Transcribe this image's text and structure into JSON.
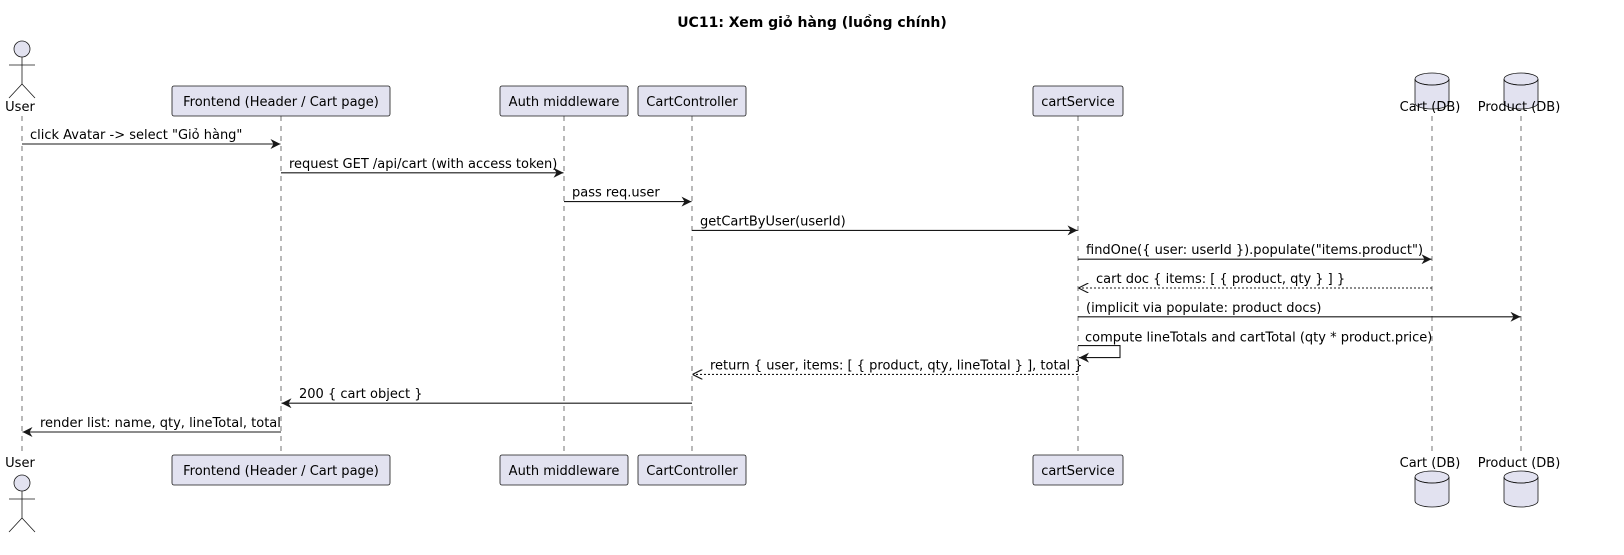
{
  "title": "UC11: Xem giỏ hàng (luồng chính)",
  "participants": [
    {
      "id": "user",
      "label": "User",
      "kind": "actor"
    },
    {
      "id": "frontend",
      "label": "Frontend (Header / Cart page)",
      "kind": "participant"
    },
    {
      "id": "auth",
      "label": "Auth middleware",
      "kind": "participant"
    },
    {
      "id": "controller",
      "label": "CartController",
      "kind": "participant"
    },
    {
      "id": "service",
      "label": "cartService",
      "kind": "participant"
    },
    {
      "id": "cartdb",
      "label": "Cart (DB)",
      "kind": "database"
    },
    {
      "id": "productdb",
      "label": "Product (DB)",
      "kind": "database"
    }
  ],
  "messages": [
    {
      "from": "user",
      "to": "frontend",
      "text": "click Avatar -> select \"Giỏ hàng\"",
      "style": "solid"
    },
    {
      "from": "frontend",
      "to": "auth",
      "text": "request GET /api/cart (with access token)",
      "style": "solid"
    },
    {
      "from": "auth",
      "to": "controller",
      "text": "pass req.user",
      "style": "solid"
    },
    {
      "from": "controller",
      "to": "service",
      "text": "getCartByUser(userId)",
      "style": "solid"
    },
    {
      "from": "service",
      "to": "cartdb",
      "text": "findOne({ user: userId }).populate(\"items.product\")",
      "style": "solid"
    },
    {
      "from": "cartdb",
      "to": "service",
      "text": "cart doc { items: [ { product, qty } ] }",
      "style": "dashed"
    },
    {
      "from": "service",
      "to": "productdb",
      "text": "(implicit via populate: product docs)",
      "style": "solid"
    },
    {
      "from": "service",
      "to": "service",
      "text": "compute lineTotals and cartTotal (qty * product.price)",
      "style": "solid"
    },
    {
      "from": "service",
      "to": "controller",
      "text": "return { user, items: [ { product, qty, lineTotal } ], total }",
      "style": "dashed"
    },
    {
      "from": "controller",
      "to": "frontend",
      "text": "200 { cart object }",
      "style": "solid"
    },
    {
      "from": "frontend",
      "to": "user",
      "text": "render list: name, qty, lineTotal, total",
      "style": "solid"
    }
  ]
}
